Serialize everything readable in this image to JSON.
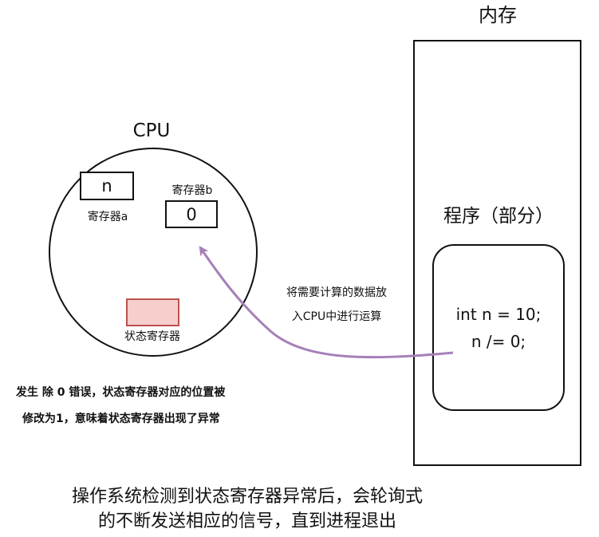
{
  "memory": {
    "title": "内存"
  },
  "cpu": {
    "title": "CPU",
    "register_a": {
      "value": "n",
      "label": "寄存器a"
    },
    "register_b": {
      "value": "0",
      "label": "寄存器b"
    },
    "status_register": {
      "label": "状态寄存器",
      "fill_color": "#f8cecc",
      "stroke_color": "#b85450"
    }
  },
  "program": {
    "title": "程序（部分）",
    "code_line_1": "int n = 10;",
    "code_line_2": "n /= 0;"
  },
  "arrow": {
    "label_line_1": "将需要计算的数据放",
    "label_line_2": "入CPU中进行运算",
    "color": "#a680b8"
  },
  "error_note": {
    "line_1": "发生 除 0 错误，状态寄存器对应的位置被",
    "line_2": "修改为1，意味着状态寄存器出现了异常"
  },
  "os_note": {
    "line_1": "操作系统检测到状态寄存器异常后，会轮询式",
    "line_2": "的不断发送相应的信号，直到进程退出"
  }
}
